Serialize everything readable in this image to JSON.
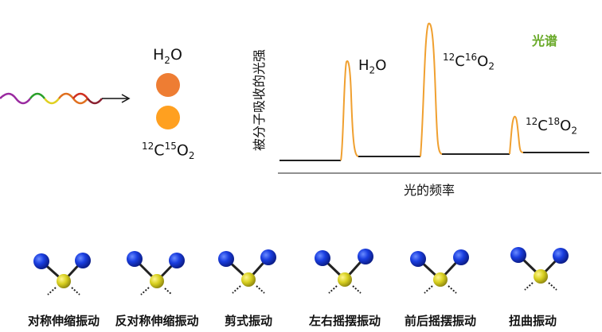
{
  "molecules": {
    "water_label": "H₂O",
    "co2_label": "¹²C¹⁵O₂",
    "colors": {
      "water": "#ee7d33",
      "co2": "#ffa020"
    }
  },
  "spectrum": {
    "title": "光谱",
    "xlabel": "光的频率",
    "ylabel": "被分子吸收的光强",
    "peaks": [
      {
        "label_base": "H",
        "label_sub": "2",
        "label_tail": "O",
        "sup1": "",
        "sup2": ""
      },
      {
        "label_base": "C",
        "label_sub": "2",
        "label_tail": "O",
        "sup1": "12",
        "sup2": "16"
      },
      {
        "label_base": "C",
        "label_sub": "2",
        "label_tail": "O",
        "sup1": "12",
        "sup2": "18"
      }
    ],
    "colors": {
      "peak": "#f0a030",
      "baseline": "#000000"
    }
  },
  "vibration_modes": [
    {
      "label": "对称伸缩振动"
    },
    {
      "label": "反对称伸缩振动"
    },
    {
      "label": "剪式振动"
    },
    {
      "label": "左右摇摆振动"
    },
    {
      "label": "前后摇摆振动"
    },
    {
      "label": "扭曲振动"
    }
  ],
  "mode_colors": {
    "outer_atom": "#1a3ee0",
    "center_atom": "#d8d020"
  }
}
